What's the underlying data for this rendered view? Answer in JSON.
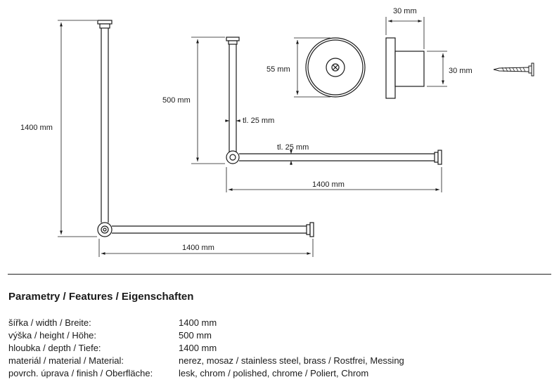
{
  "drawing": {
    "labels": {
      "large_height": "1400 mm",
      "large_width": "1400 mm",
      "small_height": "500 mm",
      "small_width": "1400 mm",
      "thickness_vertical": "tl. 25 mm",
      "thickness_horizontal": "tl. 25 mm",
      "flange_diameter": "55 mm",
      "flange_depth": "30 mm",
      "flange_height": "30 mm"
    }
  },
  "specs": {
    "title": "Parametry / Features / Eigenschaften",
    "rows": [
      {
        "label": "šířka / width / Breite:",
        "value": "1400 mm"
      },
      {
        "label": "výška / height / Höhe:",
        "value": "500 mm"
      },
      {
        "label": "hloubka / depth / Tiefe:",
        "value": "1400 mm"
      },
      {
        "label": "materiál / material / Material:",
        "value": "nerez, mosaz / stainless steel, brass / Rostfrei, Messing"
      },
      {
        "label": "povrch. úprava / finish / Oberfläche:",
        "value": "lesk, chrom / polished, chrome / Poliert, Chrom"
      }
    ]
  }
}
